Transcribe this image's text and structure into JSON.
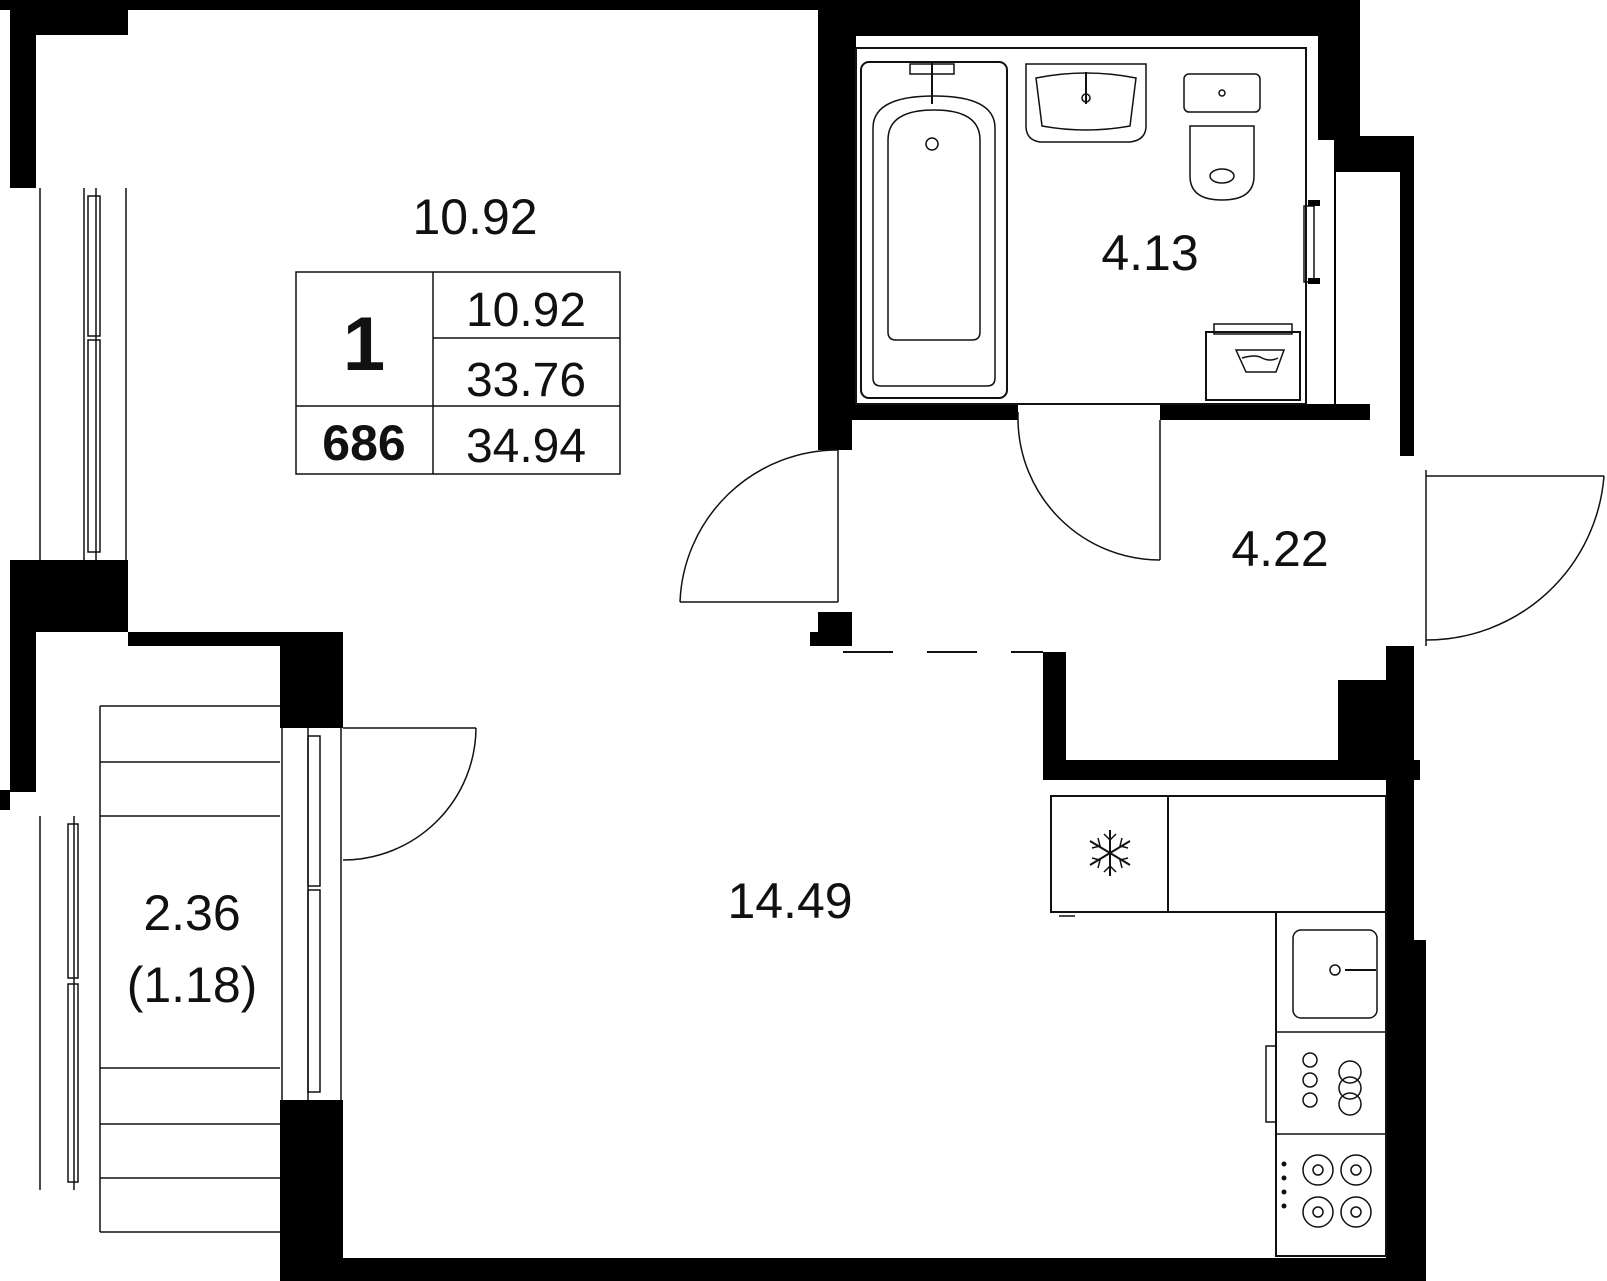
{
  "rooms": {
    "bedroom_area": "10.92",
    "bathroom_area": "4.13",
    "hall_area": "4.22",
    "living_kitchen_area": "14.49",
    "balcony_area": "2.36",
    "balcony_area_reduced": "(1.18)"
  },
  "summary": {
    "rooms_count": "1",
    "apartment_number": "686",
    "living_area": "10.92",
    "area_without_balcony": "33.76",
    "total_area": "34.94"
  },
  "colors": {
    "wall": "#000000",
    "line": "#111111",
    "background": "#ffffff"
  },
  "icons": [
    "bathtub-icon",
    "sink-icon",
    "toilet-icon",
    "towel-rail-icon",
    "washing-machine-icon",
    "fridge-icon",
    "snowflake-icon",
    "kitchen-sink-icon",
    "oven-icon",
    "cooktop-icon"
  ]
}
